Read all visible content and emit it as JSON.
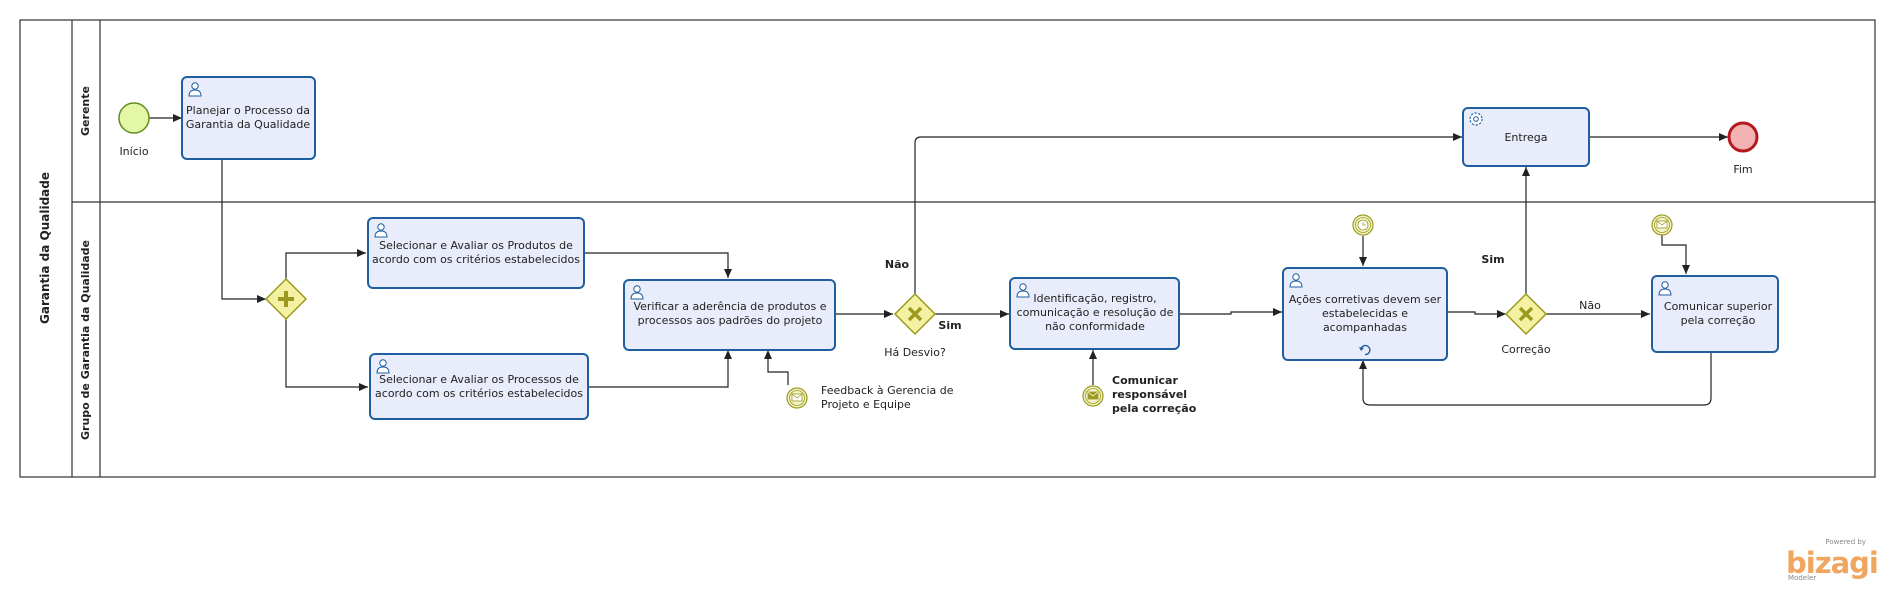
{
  "pool": {
    "title": "Garantia da Qualidade"
  },
  "lanes": {
    "manager": "Gerente",
    "qa_group": "Grupo de Garantia da Qualidade"
  },
  "events": {
    "start": "Início",
    "end": "Fim"
  },
  "tasks": {
    "plan": [
      "Planejar  o Processo da",
      "Garantia da Qualidade"
    ],
    "eval_products": [
      "Selecionar e Avaliar os Produtos de",
      "acordo com os critérios estabelecidos"
    ],
    "eval_processes": [
      "Selecionar e Avaliar os Processos de",
      "acordo com os critérios estabelecidos"
    ],
    "verify": [
      "Verificar a aderência de produtos e",
      "processos aos padrões do projeto"
    ],
    "identify": [
      "Identificação,  registro,",
      "comunicação e resolução de",
      "não conformidade"
    ],
    "corrective": [
      "Ações corretivas devem ser",
      "estabelecidas e",
      "acompanhadas"
    ],
    "notify": [
      "Comunicar superior",
      "pela correção"
    ],
    "delivery": [
      "Entrega"
    ]
  },
  "gateways": {
    "deviation": "Há Desvio?",
    "correction": "Correção"
  },
  "flow_labels": {
    "deviation_no": "Não",
    "deviation_yes": "Sim",
    "correction_yes": "Sim",
    "correction_no": "Não"
  },
  "intermediate": {
    "feedback": [
      "Feedback à Gerencia de",
      "Projeto e Equipe"
    ],
    "notify_responsible": [
      "Comunicar",
      "responsável",
      "pela correção"
    ]
  },
  "branding": {
    "powered_by": "Powered by",
    "name": "bizagi",
    "product": "Modeler"
  },
  "colors": {
    "task_fill": "#e9edfb",
    "task_stroke": "#1f5fa0",
    "start_fill": "#e4f7a6",
    "start_stroke": "#5f8f1f",
    "end_fill": "#f4b3b3",
    "end_stroke": "#b3191f",
    "gateway_fill": "#f4f2a2",
    "gateway_stroke": "#9c9a1e",
    "brand": "#f0a65f"
  }
}
